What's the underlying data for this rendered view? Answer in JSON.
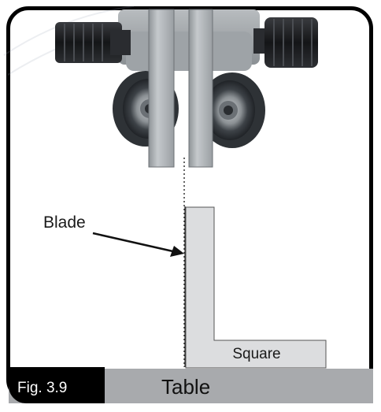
{
  "labels": {
    "blade": "Blade",
    "square": "Square",
    "table": "Table",
    "figure": "Fig. 3.9"
  },
  "colors": {
    "frame": "#000000",
    "square_fill": "#dcdddf",
    "table_fill": "#a8aaad",
    "bearing_dark": "#2e3236",
    "knob": "#1b1c1e"
  }
}
